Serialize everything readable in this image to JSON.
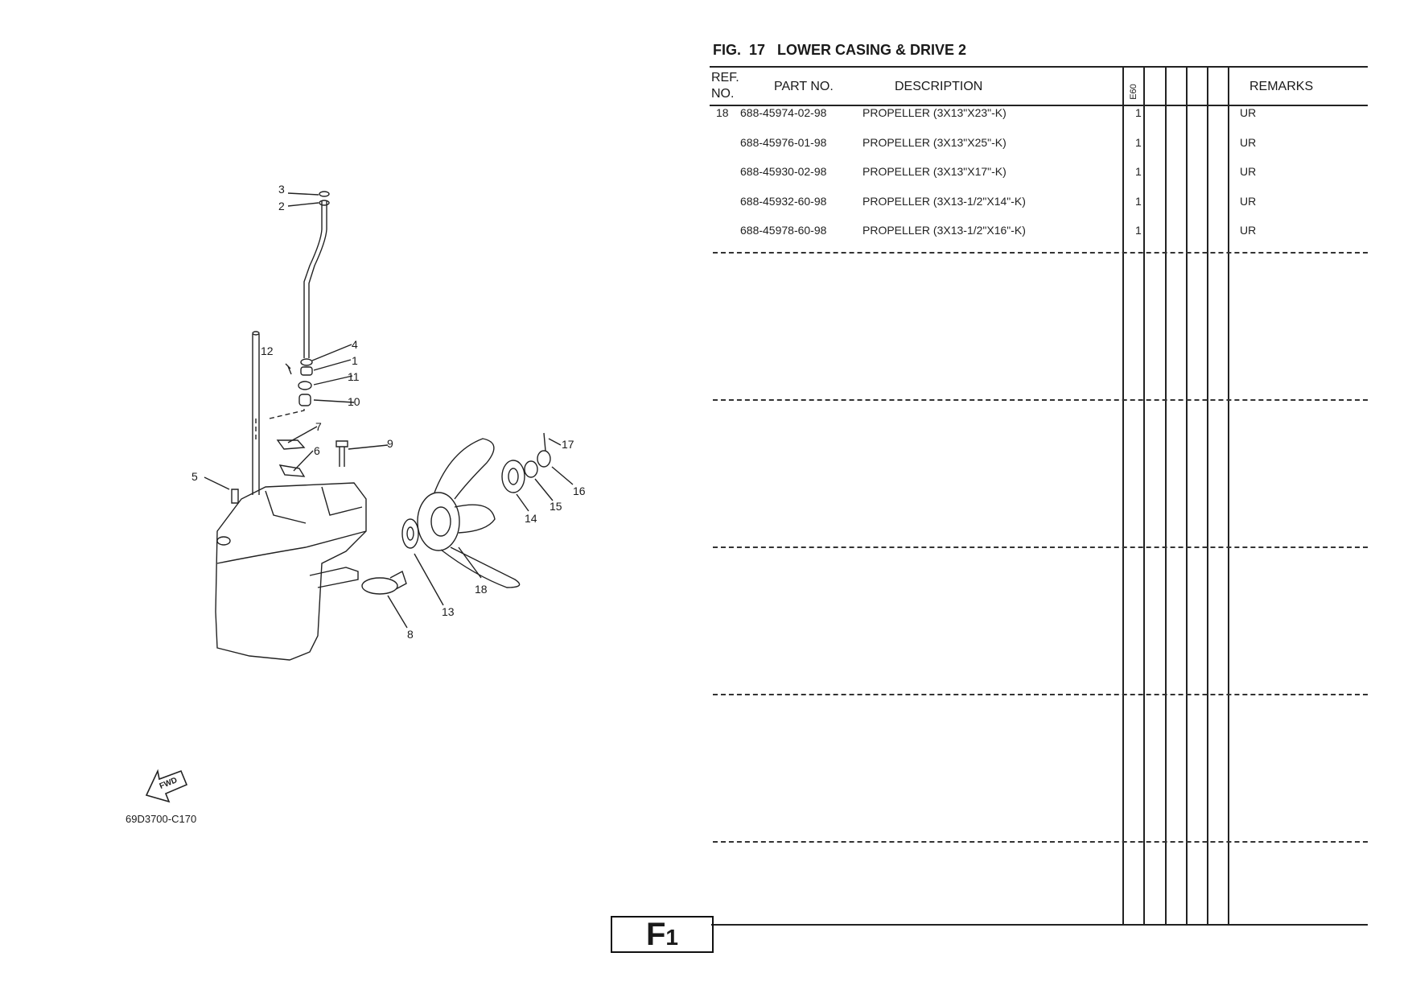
{
  "figure": {
    "title": "FIG.  17   LOWER CASING & DRIVE 2",
    "drawing_code": "69D3700-C170",
    "fwd_label": "FWD",
    "callouts": [
      "3",
      "2",
      "4",
      "1",
      "12",
      "11",
      "10",
      "7",
      "9",
      "6",
      "5",
      "17",
      "16",
      "15",
      "14",
      "18",
      "13",
      "8"
    ]
  },
  "table": {
    "headers": {
      "ref_line1": "REF.",
      "ref_line2": "NO.",
      "part_no": "PART NO.",
      "description": "DESCRIPTION",
      "model_col": "E60",
      "remarks": "REMARKS"
    },
    "rows": [
      {
        "ref": "18",
        "part_no": "688-45974-02-98",
        "description": "PROPELLER (3X13\"X23\"-K)",
        "qty": "1",
        "remarks": "UR"
      },
      {
        "ref": "",
        "part_no": "688-45976-01-98",
        "description": "PROPELLER (3X13\"X25\"-K)",
        "qty": "1",
        "remarks": "UR"
      },
      {
        "ref": "",
        "part_no": "688-45930-02-98",
        "description": "PROPELLER (3X13\"X17\"-K)",
        "qty": "1",
        "remarks": "UR"
      },
      {
        "ref": "",
        "part_no": "688-45932-60-98",
        "description": "PROPELLER (3X13-1/2\"X14\"-K)",
        "qty": "1",
        "remarks": "UR"
      },
      {
        "ref": "",
        "part_no": "688-45978-60-98",
        "description": "PROPELLER (3X13-1/2\"X16\"-K)",
        "qty": "1",
        "remarks": "UR"
      }
    ]
  },
  "footer": {
    "section_letter": "F",
    "section_number": "1"
  }
}
